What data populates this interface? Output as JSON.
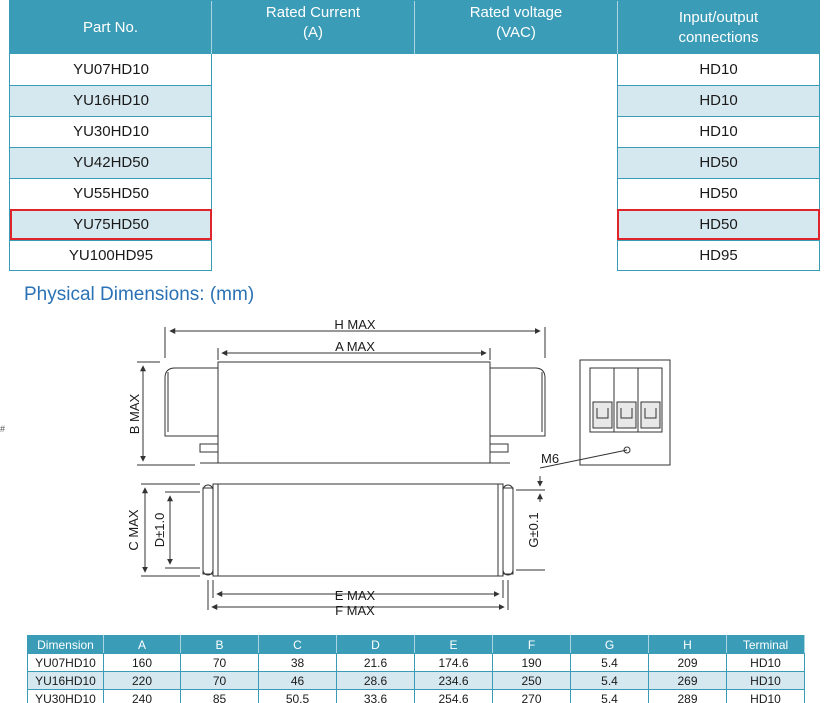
{
  "models_table": {
    "headers": {
      "part_no": "Part No.",
      "rated_current": [
        "Rated Current",
        "(A)"
      ],
      "rated_voltage": [
        "Rated voltage",
        "(VAC)"
      ],
      "connections": [
        "Input/output",
        "connections"
      ]
    },
    "rows": [
      {
        "part": "YU07HD10",
        "conn": "HD10",
        "highlighted": false
      },
      {
        "part": "YU16HD10",
        "conn": "HD10",
        "highlighted": false
      },
      {
        "part": "YU30HD10",
        "conn": "HD10",
        "highlighted": false
      },
      {
        "part": "YU42HD50",
        "conn": "HD50",
        "highlighted": false
      },
      {
        "part": "YU55HD50",
        "conn": "HD50",
        "highlighted": false
      },
      {
        "part": "YU75HD50",
        "conn": "HD50",
        "highlighted": true
      },
      {
        "part": "YU100HD95",
        "conn": "HD95",
        "highlighted": false
      }
    ]
  },
  "section_title": "Physical Dimensions: (mm)",
  "stray_mark": "#",
  "drawing_labels": {
    "h_max": "H MAX",
    "a_max": "A MAX",
    "b_max": "B MAX",
    "c_max": "C MAX",
    "d": "D±1.0",
    "e_max": "E MAX",
    "f_max": "F MAX",
    "g": "G±0.1",
    "m6": "M6"
  },
  "dimensions_table": {
    "headers": [
      "Dimension",
      "A",
      "B",
      "C",
      "D",
      "E",
      "F",
      "G",
      "H",
      "Terminal"
    ],
    "rows": [
      [
        "YU07HD10",
        "160",
        "70",
        "38",
        "21.6",
        "174.6",
        "190",
        "5.4",
        "209",
        "HD10"
      ],
      [
        "YU16HD10",
        "220",
        "70",
        "46",
        "28.6",
        "234.6",
        "250",
        "5.4",
        "269",
        "HD10"
      ],
      [
        "YU30HD10",
        "240",
        "85",
        "50.5",
        "33.6",
        "254.6",
        "270",
        "5.4",
        "289",
        "HD10"
      ]
    ]
  },
  "colors": {
    "header_bg": "#3b9cb7",
    "alt_row_bg": "#d6e8ef",
    "highlight_border": "#e0242b",
    "title_color": "#2a72b5"
  }
}
